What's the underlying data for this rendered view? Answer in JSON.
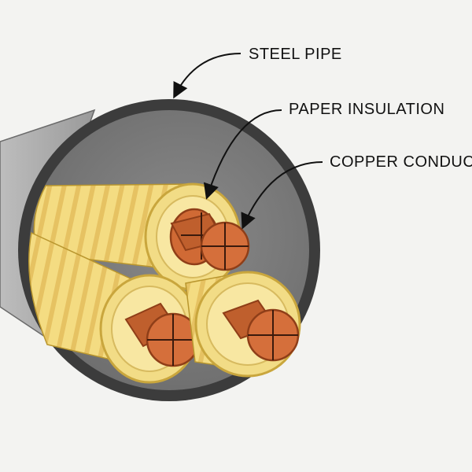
{
  "labels": {
    "steel_pipe": "STEEL PIPE",
    "paper_insulation": "PAPER INSULATION",
    "copper_conductor": "COPPER CONDUC"
  },
  "colors": {
    "background": "#f3f3f1",
    "pipe_ring": "#3d3d3d",
    "pipe_interior": "#808080",
    "pipe_shell": "#a9a9a9",
    "insulation": "#f4dc82",
    "insulation_stripe": "#e8c763",
    "insulation_edge": "#b9962e",
    "copper": "#d06a35",
    "copper_dark": "#8f3e18",
    "arrow": "#111111"
  }
}
